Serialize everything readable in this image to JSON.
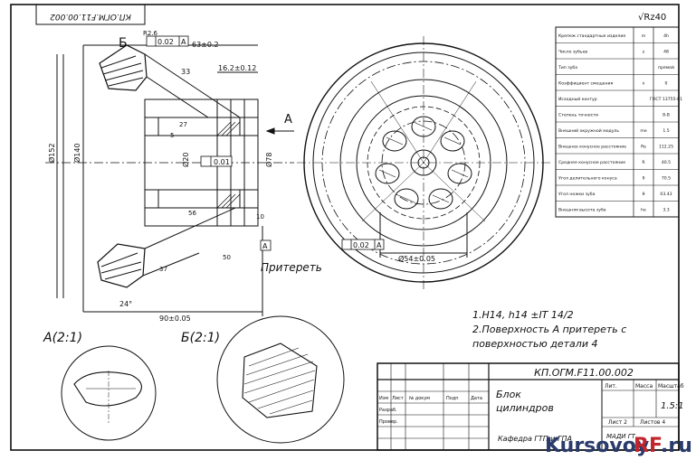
{
  "stamp_code_rotated": "КП.ОГМ.F11.00.002",
  "roughness": "√Rz40",
  "section_labels": {
    "b_top": "Б",
    "a_arrow": "А"
  },
  "tolerance_frames": {
    "top": {
      "value": "0.02",
      "datum": "А"
    },
    "mid": {
      "value": "0.01"
    },
    "right": {
      "value": "0.02",
      "datum": "А"
    }
  },
  "datum_box": "А",
  "dims": {
    "d63": "63±0.2",
    "d162": "16.2±0.12",
    "r26": "R2.6",
    "d152": "Ø152",
    "d140": "Ø140",
    "d78": "Ø78",
    "d20": "Ø20",
    "d90": "90±0.05",
    "d54": "Ø54±0.05",
    "d33": "33",
    "d27": "27",
    "d5": "5",
    "d56": "56",
    "d10": "10",
    "d24": "24°",
    "d37": "37",
    "d50": "50"
  },
  "note_lapping": "Притереть",
  "notes": [
    "1.H14, h14 ±IT 14/2",
    "2.Поверхность А притереть с",
    "поверхностью детали 4"
  ],
  "detail_labels": {
    "a": "А(2:1)",
    "b": "Б(2:1)"
  },
  "param_table": [
    {
      "name": "Крепеж стандартные изделия",
      "sym": "m",
      "val": "4h"
    },
    {
      "name": "Число зубьев",
      "sym": "z",
      "val": "48"
    },
    {
      "name": "Тип зуба",
      "sym": "",
      "val": "прямой"
    },
    {
      "name": "Коэффициент смещения",
      "sym": "x",
      "val": "0"
    },
    {
      "name": "Исходный контур",
      "sym": "",
      "val": "ГОСТ 13755-81"
    },
    {
      "name": "Степень точности",
      "sym": "",
      "val": "8-В"
    },
    {
      "name": "Внешний окружной модуль",
      "sym": "me",
      "val": "1.5"
    },
    {
      "name": "Внешнее конусное расстояние",
      "sym": "Re",
      "val": "112.25"
    },
    {
      "name": "Среднее конусное расстояние",
      "sym": "R",
      "val": "40.5"
    },
    {
      "name": "Угол делительного конуса",
      "sym": "δ",
      "val": "70.5"
    },
    {
      "name": "Угол ножки зуба",
      "sym": "θ",
      "val": "03.43"
    },
    {
      "name": "Внешняя высота зуба",
      "sym": "he",
      "val": "3.3"
    }
  ],
  "title_block": {
    "code": "КП.ОГМ.F11.00.002",
    "name_line1": "Блок",
    "name_line2": "цилиндров",
    "scale": "1.5:1",
    "hdr_lit": "Лит.",
    "hdr_mass": "Масса",
    "hdr_scale": "Масштаб",
    "sheet": "Лист 2",
    "sheets": "Листов 4",
    "org": "Кафедра ГТП и ГПА",
    "org2": "МАДИ ГТ",
    "rows": [
      {
        "c1": "Изм",
        "c2": "Лист",
        "c3": "№ докум",
        "c4": "Подп",
        "c5": "Дата"
      },
      {
        "c1": "Разраб.",
        "c2": "",
        "c3": "",
        "c4": "",
        "c5": ""
      },
      {
        "c1": "Провер.",
        "c2": "",
        "c3": "",
        "c4": "",
        "c5": ""
      }
    ]
  },
  "watermark": {
    "part1": "Kursovoy",
    "part2": "RF",
    "part3": ".ru"
  }
}
